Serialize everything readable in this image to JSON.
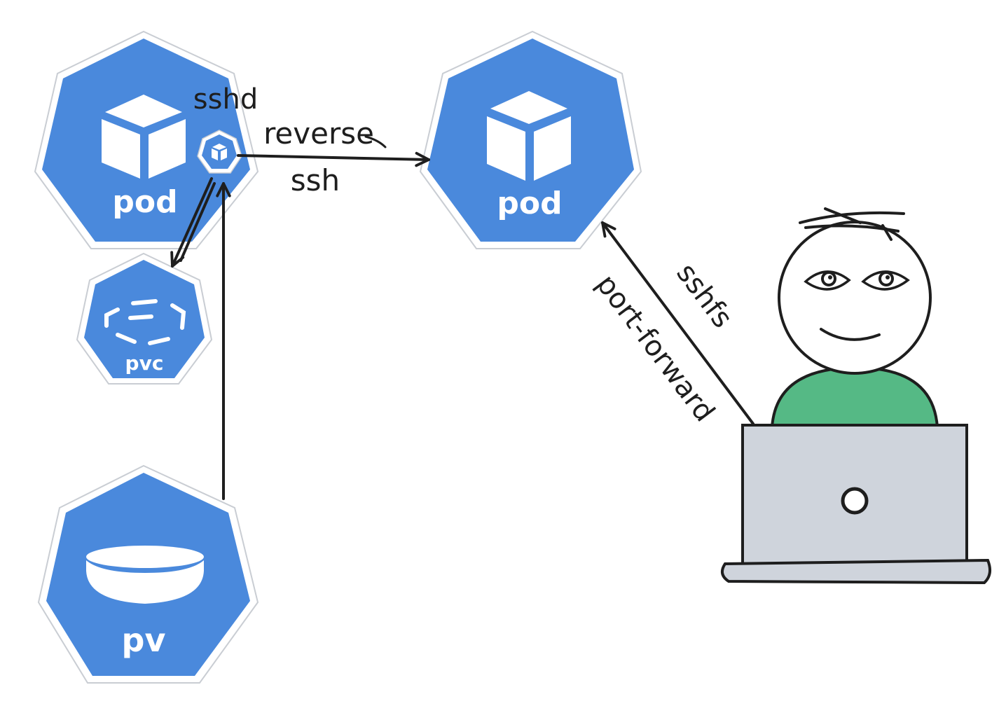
{
  "colors": {
    "k8s_blue": "#4a89dc",
    "stroke_dark": "#1e1e1e",
    "shirt_green": "#55b985",
    "laptop_gray": "#cfd4dc"
  },
  "nodes": {
    "pod_source": {
      "label": "pod",
      "icon": "cube-icon"
    },
    "sidecar": {
      "label": "sshd",
      "icon": "small-cube-icon"
    },
    "pvc": {
      "label": "pvc",
      "icon": "dashed-volume-icon"
    },
    "pv": {
      "label": "pv",
      "icon": "disk-icon"
    },
    "pod_target": {
      "label": "pod",
      "icon": "cube-icon"
    },
    "user": {
      "icon": "person-icon"
    },
    "laptop": {
      "icon": "laptop-icon"
    }
  },
  "edges": {
    "reverse_ssh": {
      "line1": "reverse",
      "line2": "ssh"
    },
    "port_forward": {
      "label": "port-forward"
    },
    "sshfs": {
      "label": "sshfs"
    }
  }
}
